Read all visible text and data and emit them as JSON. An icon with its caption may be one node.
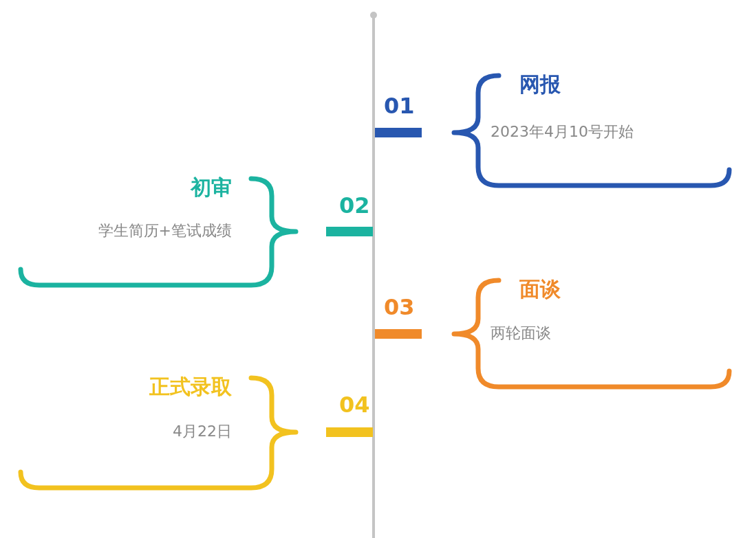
{
  "diagram": {
    "nodes": [
      {
        "text": [
          "网报",
          "2023年4月10号开始"
        ],
        "beside": [
          "01"
        ]
      },
      {
        "text": [
          "初审",
          "学生简历+笔试成绩"
        ],
        "beside": [
          "02"
        ]
      },
      {
        "text": [
          "面谈",
          "两轮面谈"
        ],
        "beside": [
          "03"
        ]
      },
      {
        "text": [
          "正式录取",
          "4月22日"
        ],
        "beside": [
          "04"
        ]
      }
    ]
  }
}
